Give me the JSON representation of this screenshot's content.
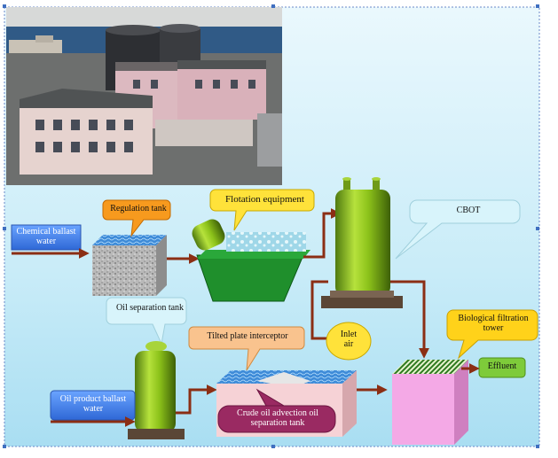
{
  "labels": {
    "chemical_ballast_water": "Chemical ballast water",
    "regulation_tank": "Regulation tank",
    "flotation_equipment": "Flotation equipment",
    "cbot": "CBOT",
    "oil_separation_tank": "Oil separation tank",
    "tilted_plate_interceptor": "Tilted plate interceptor",
    "inlet_air": "Inlet air",
    "biological_filtration_tower": "Biological filtration tower",
    "effluent": "Effluent",
    "oil_product_ballast_water": "Oil product ballast water",
    "crude_oil_advection": "Crude oil advection oil separation tank"
  },
  "colors": {
    "background": "#c6eaf8",
    "arrow": "#8b2e14",
    "tank_green": "#8cc21a",
    "regulation_callout": "#f79a1e",
    "flotation_callout": "#ffe23a",
    "cbot_callout": "#d8f4fb",
    "oil_sep_callout": "#d8f4fb",
    "tilted_callout": "#f9c38e",
    "inlet_air_callout": "#ffe23a",
    "bio_callout": "#ffd21a",
    "effluent_callout": "#7ecb3a",
    "chem_input": "#3f7ee6",
    "oil_input": "#3f7ee6",
    "crude_callout": "#9a2a62"
  }
}
